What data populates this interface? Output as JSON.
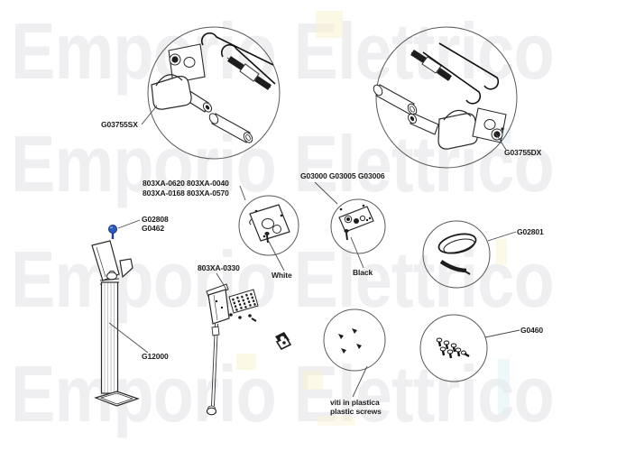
{
  "title": "exploded spare parts diagram",
  "watermark": {
    "text": "Emporio Elettrico",
    "rows": 4,
    "color": "#efeef0"
  },
  "palette": {
    "line": "#2f2f2f",
    "circle_stroke": "#5a5a5a",
    "leader": "#4a4a4a",
    "knob_blue": "#2c5bbf",
    "label_color": "#1b1b1b"
  },
  "labels": {
    "left_kit": "G03755SX",
    "right_kit": "G03755DX",
    "white_plate_codes_1": "803XA-0620 803XA-0040",
    "white_plate_codes_2": "803XA-0168 803XA-0570",
    "white_finish": "White",
    "black_plate_codes": "G03000 G03005 G03006",
    "black_finish": "Black",
    "knob_code_1": "G02808",
    "knob_code_2": "G0462",
    "gasket": "G02801",
    "support_rod": "803XA-0330",
    "post": "G12000",
    "plugs": "G0460",
    "plastic_screws_it": "viti in plastica",
    "plastic_screws_en": "plastic screws"
  },
  "parts": [
    {
      "code": "G03755SX",
      "depiction": "left-side handle kit: mounting plate, two hook springs, threaded spring rod, grip handle, tube"
    },
    {
      "code": "G03755DX",
      "depiction": "right-side handle kit: threaded spring rod, two hook springs, tube, grip handle, mounting plate"
    },
    {
      "code": "803XA-0620 803XA-0040 803XA-0168 803XA-0570",
      "depiction": "mounting plate with screw, white finish"
    },
    {
      "code": "G03000 G03005 G03006",
      "depiction": "mounting strip with screws, black finish"
    },
    {
      "code": "G02808 / G0462",
      "depiction": "blue knob screw"
    },
    {
      "code": "G12000",
      "depiction": "floor column post with fork top and square base"
    },
    {
      "code": "803XA-0330",
      "depiction": "thin support rod with bracket and ribbed plate"
    },
    {
      "code": "G02801",
      "depiction": "oval gasket ring with curved strip"
    },
    {
      "code": "G0460",
      "depiction": "set of small plugs"
    },
    {
      "code": "viti in plastica / plastic screws",
      "depiction": "four small plastic screws"
    }
  ]
}
